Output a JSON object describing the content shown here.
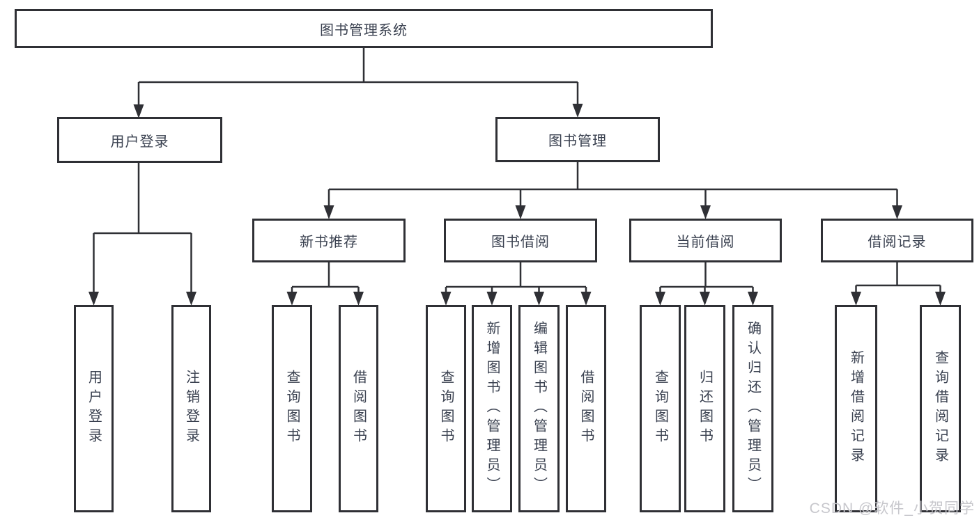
{
  "diagram": {
    "root": {
      "label": "图书管理系统"
    },
    "level2": [
      {
        "label": "用户登录"
      },
      {
        "label": "图书管理"
      }
    ],
    "level3": [
      {
        "label": "新书推荐"
      },
      {
        "label": "图书借阅"
      },
      {
        "label": "当前借阅"
      },
      {
        "label": "借阅记录"
      }
    ],
    "level4": {
      "user_login": [
        {
          "label": "用户登录"
        },
        {
          "label": "注销登录"
        }
      ],
      "new_book": [
        {
          "label": "查询图书"
        },
        {
          "label": "借阅图书"
        }
      ],
      "book_borrow": [
        {
          "label": "查询图书"
        },
        {
          "label": "新增图书（管理员）"
        },
        {
          "label": "编辑图书（管理员）"
        },
        {
          "label": "借阅图书"
        }
      ],
      "current_borrow": [
        {
          "label": "查询图书"
        },
        {
          "label": "归还图书"
        },
        {
          "label": "确认归还（管理员）"
        }
      ],
      "records": [
        {
          "label": "新增借阅记录"
        },
        {
          "label": "查询借阅记录"
        }
      ]
    },
    "watermark": "CSDN @软件_小贺同学",
    "colors": {
      "line": "#2f3035",
      "text": "#3a4150",
      "background": "#ffffff",
      "watermark": "#c7c7cc"
    }
  }
}
